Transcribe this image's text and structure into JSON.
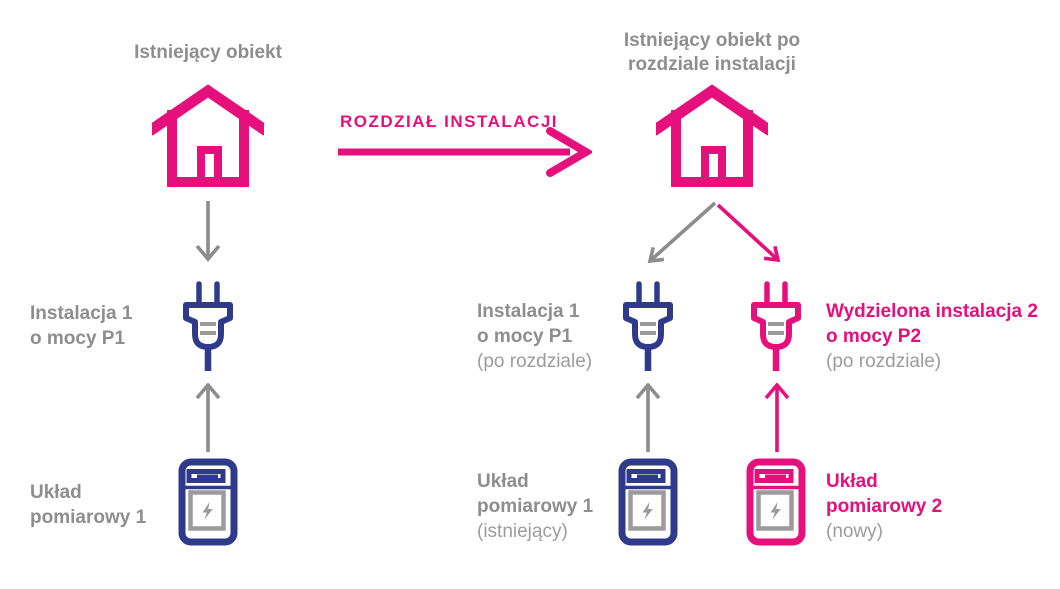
{
  "colors": {
    "pink": "#E5107C",
    "navy": "#2F3B8A",
    "gray": "#8E8E8E",
    "gray_light": "#9C9C9C",
    "icon_gray": "#9B9B9B",
    "arrow_gray": "#8C8C8C"
  },
  "left": {
    "title": "Istniejący obiekt",
    "installation_label": {
      "line1": "Instalacja 1",
      "line2": "o mocy P1"
    },
    "meter_label": {
      "line1": "Układ",
      "line2": "pomiarowy 1"
    }
  },
  "transition": {
    "label": "ROZDZIAŁ INSTALACJI"
  },
  "right": {
    "title_line1": "Istniejący obiekt po",
    "title_line2": "rozdziale instalacji",
    "installation1_label": {
      "line1": "Instalacja 1",
      "line2": "o mocy P1",
      "line3": "(po rozdziale)"
    },
    "installation2_label": {
      "line1": "Wydzielona instalacja 2",
      "line2": "o mocy P2",
      "line3": "(po rozdziale)"
    },
    "meter1_label": {
      "line1": "Układ",
      "line2": "pomiarowy 1",
      "line3": "(istniejący)"
    },
    "meter2_label": {
      "line1": "Układ",
      "line2": "pomiarowy 2",
      "line3": "(nowy)"
    }
  },
  "icons": {
    "house": "house-icon",
    "plug": "plug-icon",
    "meter": "energy-meter-icon",
    "bolt": "lightning-bolt-icon"
  }
}
